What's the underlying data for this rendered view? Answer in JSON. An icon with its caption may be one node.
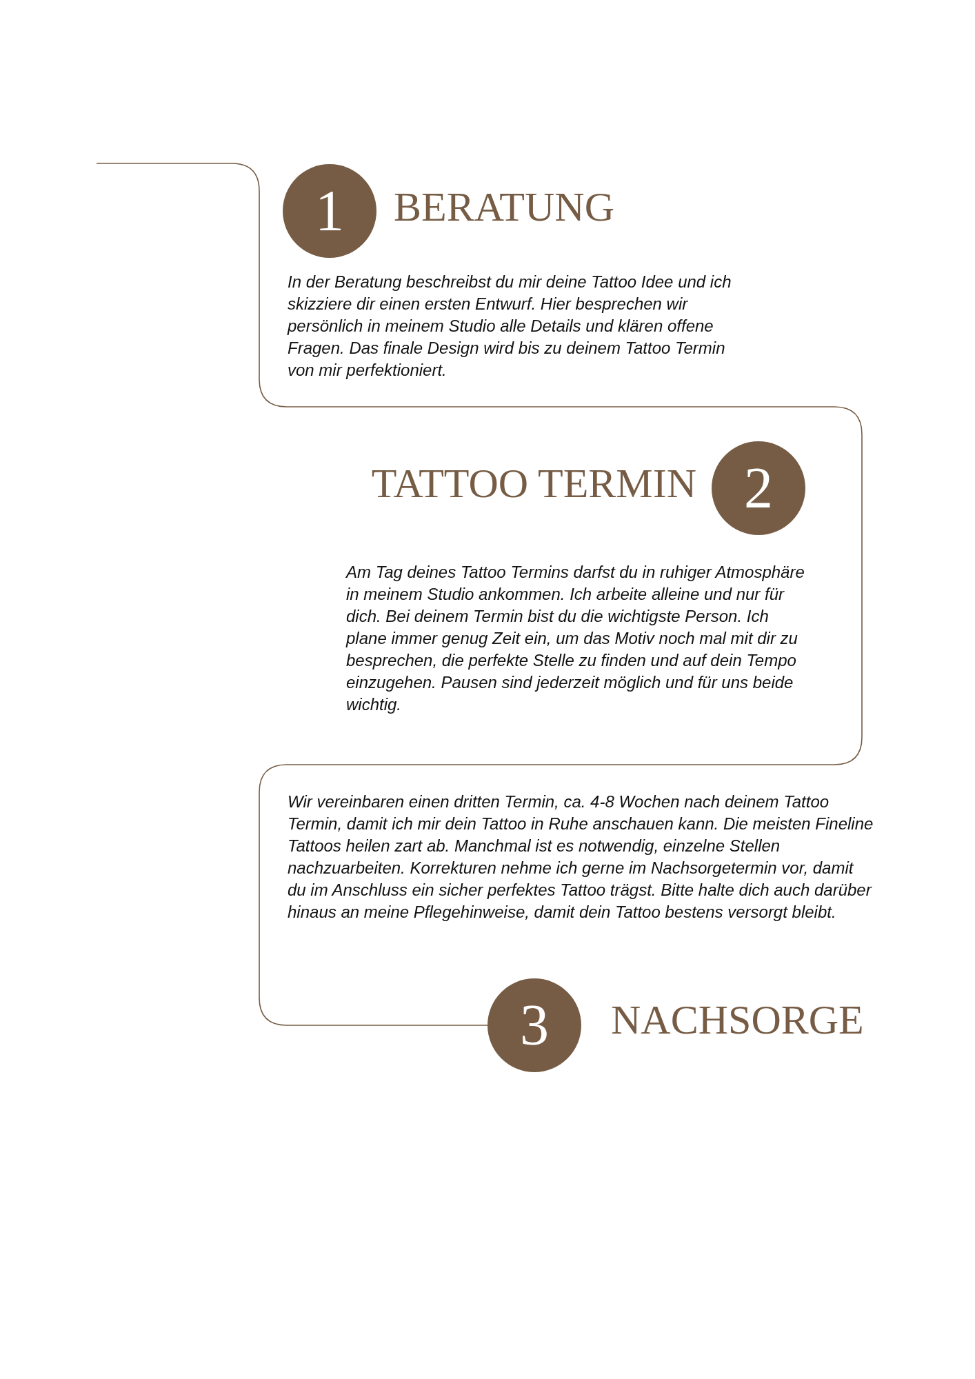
{
  "diagram": {
    "nodes": [
      {
        "text": [
          "1"
        ],
        "beside": [
          "BERATUNG",
          "In der Beratung beschreibst du mir deine Tattoo Idee und ich skizziere dir einen ersten Entwurf. Hier besprechen wir persönlich in meinem Studio alle Details und klären offene Fragen. Das finale Design wird bis zu deinem Tattoo Termin von mir perfektioniert."
        ]
      },
      {
        "text": [
          "2"
        ],
        "beside": [
          "TATTOO TERMIN",
          "Am Tag deines Tattoo Termins darfst du in ruhiger Atmosphäre in meinem Studio ankommen. Ich arbeite alleine und nur für dich. Bei deinem Termin bist du die wichtigste Person. Ich plane immer genug Zeit ein, um das Motiv noch mal mit dir zu besprechen, die perfekte Stelle zu finden und auf dein Tempo einzugehen. Pausen sind jederzeit möglich und für uns beide wichtig."
        ]
      },
      {
        "text": [
          "3"
        ],
        "beside": [
          "NACHSORGE",
          "Wir vereinbaren einen dritten Termin, ca. 4-8 Wochen nach deinem Tattoo Termin, damit ich mir dein Tattoo in Ruhe anschauen kann. Die meisten Fineline Tattoos heilen zart ab. Manchmal ist es notwendig, einzelne Stellen nachzuarbeiten. Korrekturen nehme ich gerne im Nachsorgetermin vor, damit du im Anschluss ein sicher perfektes Tattoo trägst. Bitte halte dich auch darüber hinaus an meine Pflegehinweise, damit dein Tattoo bestens versorgt bleibt."
        ]
      }
    ],
    "edges": [
      {
        "from": null,
        "to": 2,
        "arrow": "none"
      }
    ]
  }
}
